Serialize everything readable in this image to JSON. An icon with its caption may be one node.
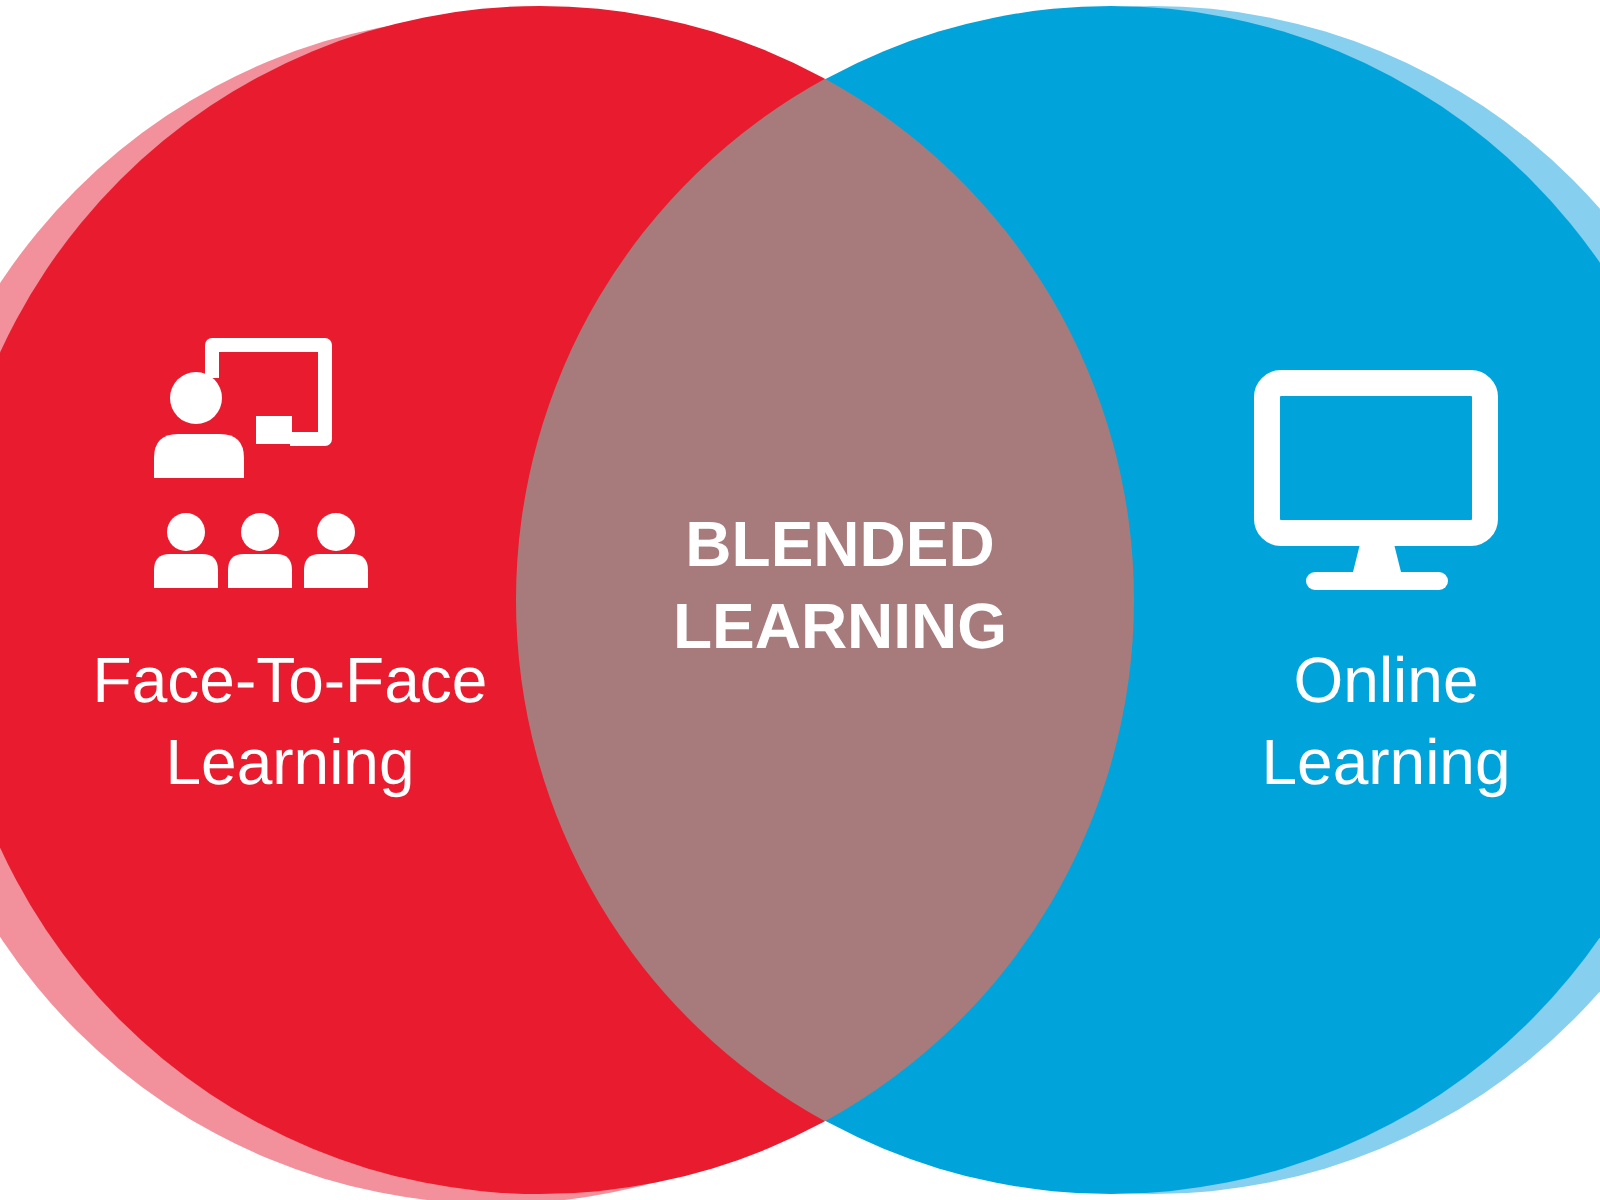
{
  "diagram": {
    "nodes": [
      {
        "text": [
          "Face-To-Face Learning"
        ]
      },
      {
        "text": [
          "Online Learning"
        ]
      },
      {
        "text": [
          "BLENDED LEARNING"
        ]
      }
    ]
  }
}
